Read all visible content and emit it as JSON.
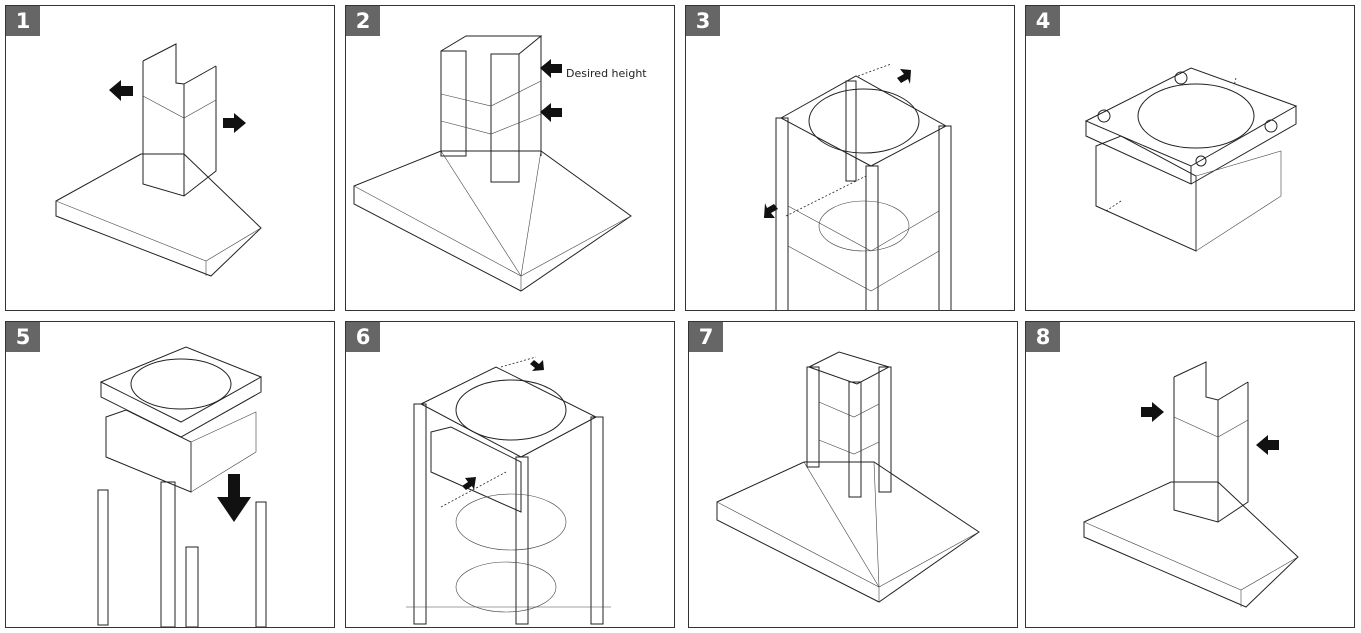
{
  "steps": [
    {
      "number": "1"
    },
    {
      "number": "2",
      "annotation": "Desired height"
    },
    {
      "number": "3"
    },
    {
      "number": "4"
    },
    {
      "number": "5"
    },
    {
      "number": "6"
    },
    {
      "number": "7"
    },
    {
      "number": "8"
    }
  ]
}
